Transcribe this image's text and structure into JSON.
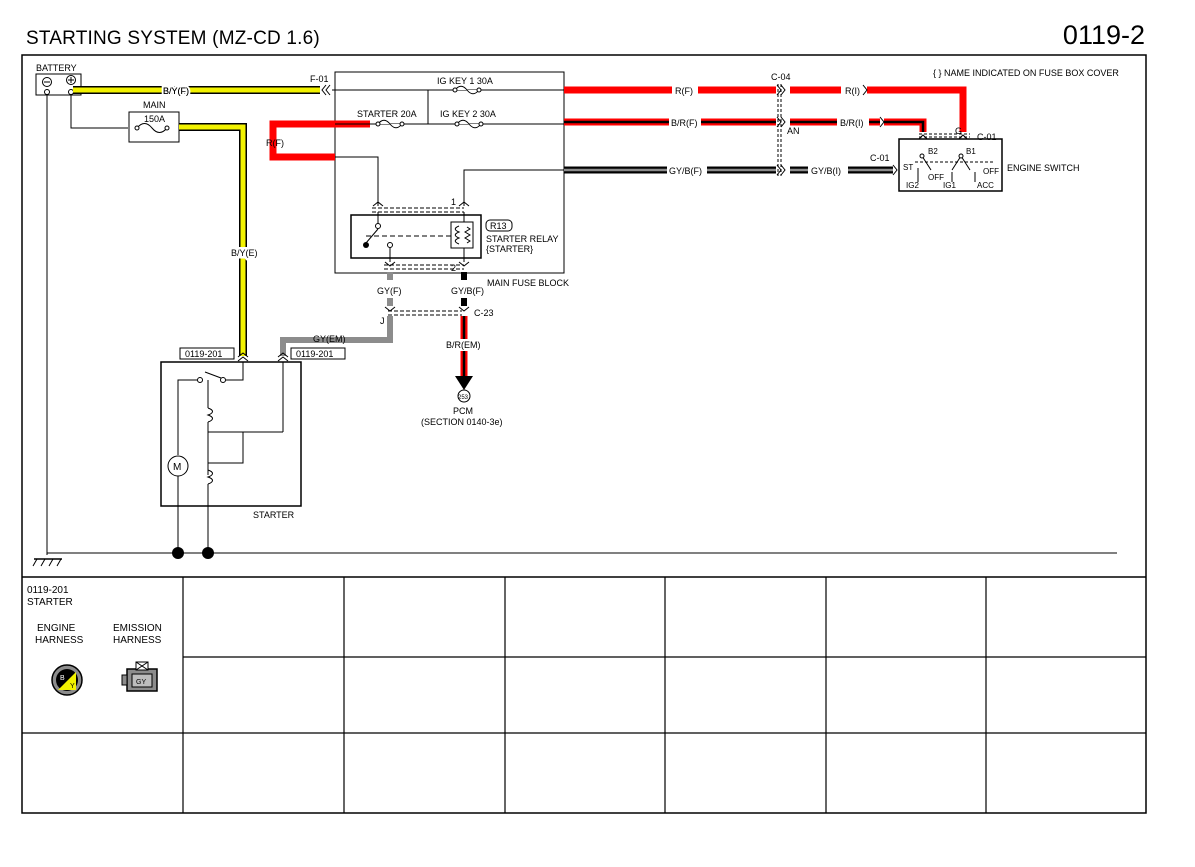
{
  "header": {
    "title": "STARTING SYSTEM (MZ-CD 1.6)",
    "code": "0119-2"
  },
  "colors": {
    "yellow": "#f2f200",
    "red": "#ff0000",
    "gray": "#8c8c8c",
    "black": "#000000"
  },
  "note": "{ } NAME INDICATED ON FUSE BOX COVER",
  "components": {
    "battery": "BATTERY",
    "main_fuse_label": "MAIN",
    "main_fuse_rating": "150A",
    "fuse_block": "MAIN FUSE BLOCK",
    "fuse_ig1": "IG KEY 1 30A",
    "fuse_starter": "STARTER 20A",
    "fuse_ig2": "IG KEY 2 30A",
    "relay_id": "R13",
    "relay_name": "STARTER RELAY",
    "relay_sub": "{STARTER}",
    "engine_switch": "ENGINE SWITCH",
    "starter": "STARTER",
    "pcm": "PCM",
    "pcm_section": "(SECTION 0140-3e)",
    "pcm_terminal": "253"
  },
  "connectors": {
    "f01": "F-01",
    "c04": "C-04",
    "c01_top": "C-01",
    "c01_left": "C-01",
    "c23": "C-23",
    "ref1": "0119-201",
    "ref2": "0119-201"
  },
  "wires": {
    "by_f": "B/Y(F)",
    "by_e": "B/Y(E)",
    "r_f_left": "R(F)",
    "r_f": "R(F)",
    "r_i": "R(I)",
    "br_f": "B/R(F)",
    "br_i": "B/R(I)",
    "gyb_f": "GY/B(F)",
    "gyb_i": "GY/B(I)",
    "gy_f": "GY(F)",
    "gyb_f2": "GY/B(F)",
    "gy_em": "GY(EM)",
    "br_em": "B/R(EM)"
  },
  "pins": {
    "an": "AN",
    "g": "G",
    "j": "J",
    "one": "1",
    "two": "2"
  },
  "switch": {
    "b2": "B2",
    "b1": "B1",
    "st": "ST",
    "off1": "OFF",
    "off2": "OFF",
    "ig2": "IG2",
    "ig1": "IG1",
    "acc": "ACC"
  },
  "connector_table": {
    "title_line1": "0119-201",
    "title_line2": "STARTER",
    "engine_harness": [
      "ENGINE",
      "HARNESS"
    ],
    "emission_harness": [
      "EMISSION",
      "HARNESS"
    ],
    "engine_pins": [
      "B",
      "Y"
    ],
    "emission_pin": "GY"
  }
}
